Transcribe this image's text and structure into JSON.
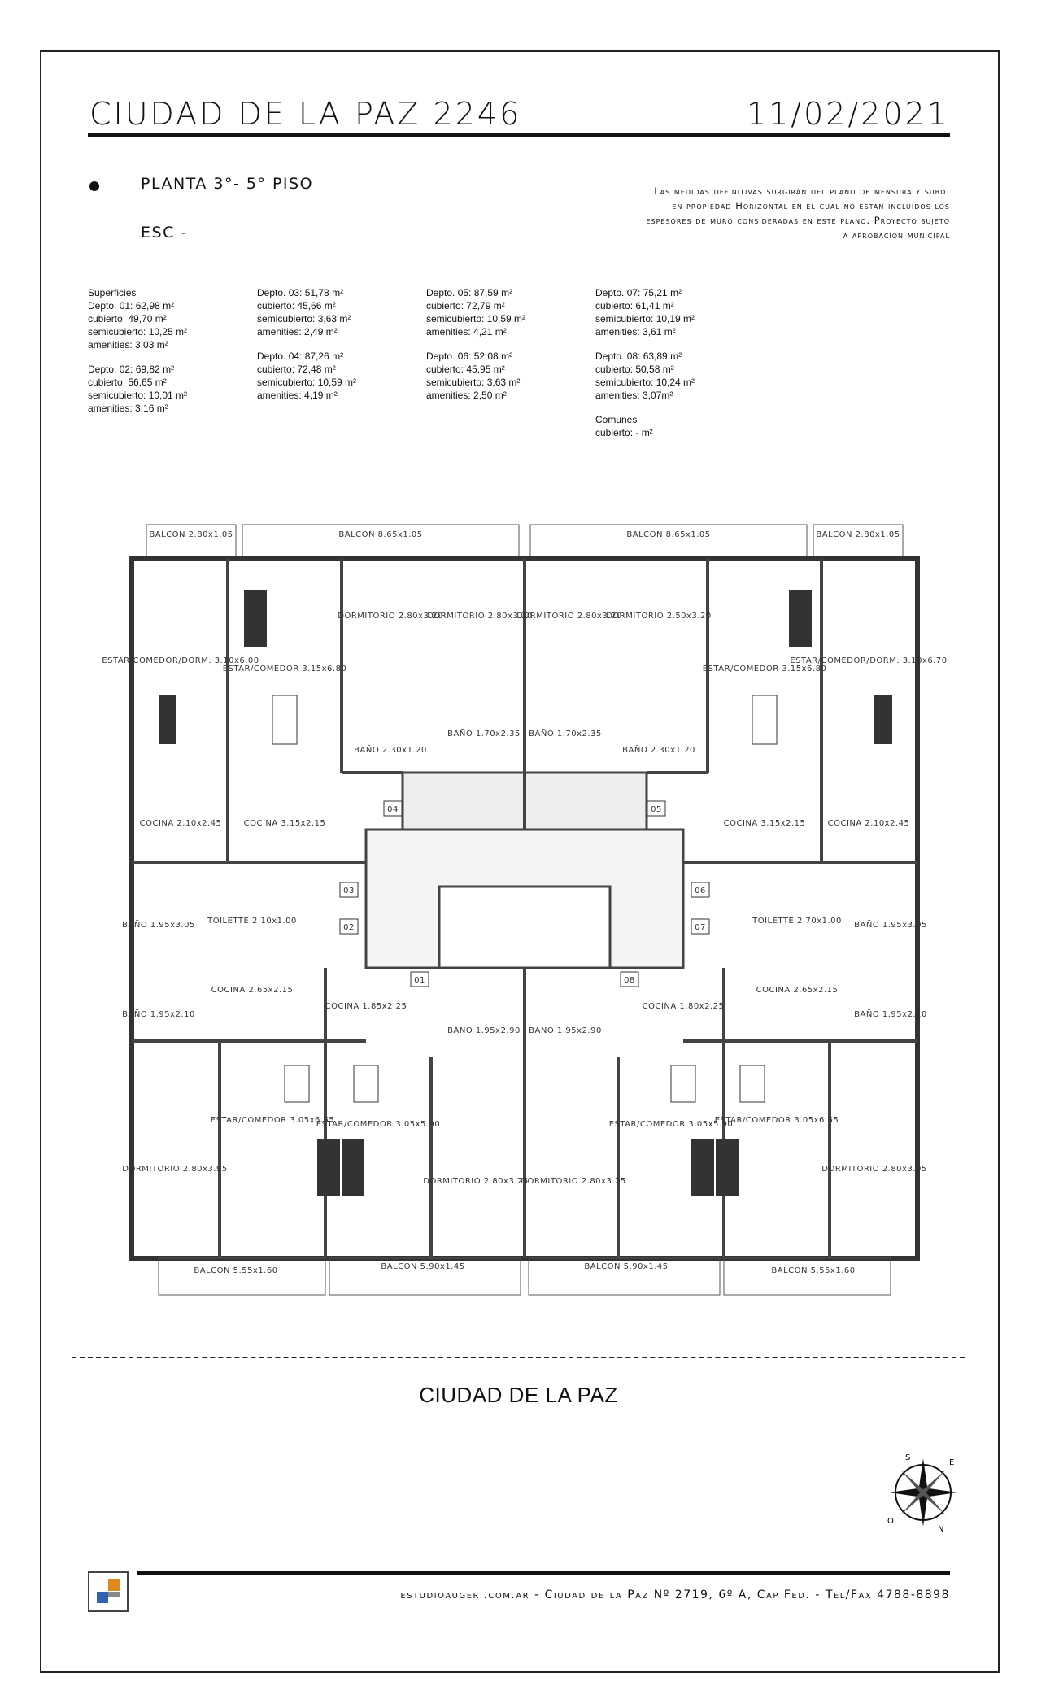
{
  "header": {
    "title": "CIUDAD DE LA PAZ 2246",
    "date": "11/02/2021",
    "planta": "PLANTA 3°- 5° PISO",
    "escala": "ESC -",
    "note": "Las medidas definitivas surgirán del plano de mensura y subd. en propiedad Horizontal en el cual no estan incluidos los espesores de muro consideradas en este plano. Proyecto sujeto a aprobación municipal"
  },
  "superficies": {
    "heading": "Superficies",
    "col1": [
      [
        "Depto. 01: 62,98 m²",
        "cubierto: 49,70 m²",
        "semicubierto: 10,25 m²",
        "amenities: 3,03 m²"
      ],
      [
        "Depto. 02: 69,82 m²",
        "cubierto: 56,65 m²",
        "semicubierto: 10,01 m²",
        "amenities: 3,16 m²"
      ]
    ],
    "col2": [
      [
        "Depto. 03: 51,78 m²",
        "cubierto: 45,66 m²",
        "semicubierto: 3,63 m²",
        "amenities: 2,49 m²"
      ],
      [
        "Depto. 04: 87,26 m²",
        "cubierto: 72,48 m²",
        "semicubierto: 10,59 m²",
        "amenities: 4,19 m²"
      ]
    ],
    "col3": [
      [
        "Depto. 05: 87,59 m²",
        "cubierto: 72,79 m²",
        "semicubierto: 10,59 m²",
        "amenities: 4,21 m²"
      ],
      [
        "Depto. 06: 52,08 m²",
        "cubierto: 45,95 m²",
        "semicubierto: 3,63 m²",
        "amenities: 2,50 m²"
      ]
    ],
    "col4": [
      [
        "Depto. 07: 75,21 m²",
        "cubierto: 61,41 m²",
        "semicubierto: 10,19 m²",
        "amenities: 3,61 m²"
      ],
      [
        "Depto. 08: 63,89 m²",
        "cubierto: 50,58 m²",
        "semicubierto: 10,24 m²",
        "amenities: 3,07m²"
      ],
      [
        "Comunes",
        "cubierto: - m²"
      ]
    ]
  },
  "plan": {
    "balcones_top": [
      "BALCON 2.80x1.05",
      "BALCON 8.65x1.05",
      "BALCON 8.65x1.05",
      "BALCON 2.80x1.05"
    ],
    "balcones_bottom": [
      "BALCON 5.55x1.60",
      "BALCON 5.90x1.45",
      "BALCON 5.90x1.45",
      "BALCON 5.55x1.60"
    ],
    "rooms_top": [
      "ESTAR/COMEDOR/DORM. 3.10x6.00",
      "ESTAR/COMEDOR 3.15x6.80",
      "DORMITORIO 2.80x3.20",
      "DORMITORIO 2.80x3.20",
      "DORMITORIO 2.80x3.20",
      "DORMITORIO 2.50x3.20",
      "ESTAR/COMEDOR 3.15x6.80",
      "ESTAR/COMEDOR/DORM. 3.10x6.70"
    ],
    "rooms_mid": [
      "COCINA 2.10x2.45",
      "COCINA 3.15x2.15",
      "BAÑO 2.30x1.20",
      "BAÑO 1.70x2.35",
      "BAÑO 1.70x2.35",
      "BAÑO 2.30x1.20",
      "COCINA 3.15x2.15",
      "COCINA 2.10x2.45"
    ],
    "rooms_lower": [
      "TOILETTE 2.10x1.00",
      "BAÑO 1.95x3.05",
      "COCINA 2.65x2.15",
      "BAÑO 1.95x2.10",
      "COCINA 1.85x2.25",
      "BAÑO 1.95x2.90",
      "BAÑO 1.95x2.90",
      "COCINA 1.80x2.25",
      "TOILETTE 2.70x1.00",
      "BAÑO 1.95x3.05",
      "COCINA 2.65x2.15",
      "BAÑO 1.95x2.10"
    ],
    "rooms_bottom": [
      "DORMITORIO 2.80x3.95",
      "ESTAR/COMEDOR 3.05x6.55",
      "ESTAR/COMEDOR 3.05x5.90",
      "DORMITORIO 2.80x3.25",
      "DORMITORIO 2.80x3.25",
      "ESTAR/COMEDOR 3.05x5.90",
      "ESTAR/COMEDOR 3.05x6.55",
      "DORMITORIO 2.80x3.95"
    ],
    "unit_tags": [
      "01",
      "02",
      "03",
      "04",
      "05",
      "06",
      "07",
      "08"
    ]
  },
  "street": "CIUDAD DE LA PAZ",
  "compass": {
    "letters": [
      "S",
      "E",
      "N",
      "O"
    ]
  },
  "footer": "estudioaugeri.com.ar - Ciudad de la Paz Nº 2719, 6º A, Cap Fed. - Tel/Fax 4788-8898"
}
